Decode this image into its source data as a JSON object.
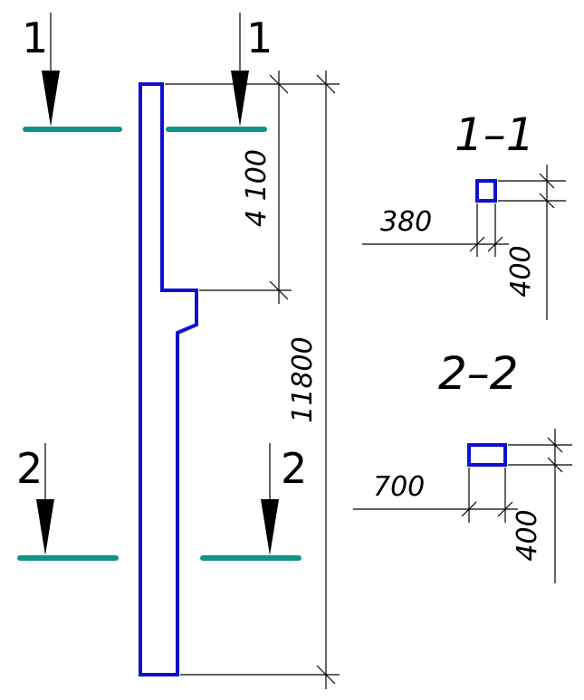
{
  "colors": {
    "outline": "#1010d0",
    "cut_line": "#0f9488",
    "lines": "#000000"
  },
  "cut_markers": {
    "top_left": "1",
    "top_right": "1",
    "bottom_left": "2",
    "bottom_right": "2"
  },
  "dimensions": {
    "upper_height": "4 100",
    "total_height": "11800"
  },
  "sections": {
    "s1": {
      "title": "1–1",
      "width": "380",
      "height": "400"
    },
    "s2": {
      "title": "2–2",
      "width": "700",
      "height": "400"
    }
  }
}
